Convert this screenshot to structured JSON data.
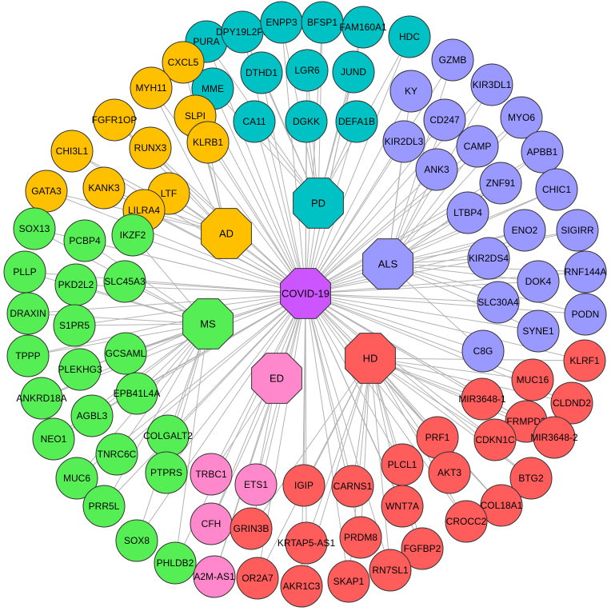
{
  "colors": {
    "PD": "#00c1c4",
    "ALS": "#9999ff",
    "AD": "#ffc000",
    "MS": "#55ef55",
    "ED": "#ff88cc",
    "HD": "#ff5c5c",
    "COVID-19": "#cc55ff",
    "edge": "#b4b4b4"
  },
  "hubs": [
    {
      "id": "COVID-19",
      "label": "COVID-19"
    },
    {
      "id": "PD",
      "label": "PD"
    },
    {
      "id": "AD",
      "label": "AD"
    },
    {
      "id": "ALS",
      "label": "ALS"
    },
    {
      "id": "MS",
      "label": "MS"
    },
    {
      "id": "ED",
      "label": "ED"
    },
    {
      "id": "HD",
      "label": "HD"
    }
  ],
  "nodes": [
    {
      "label": "PURA",
      "group": "PD"
    },
    {
      "label": "DPY19L2P2",
      "group": "PD"
    },
    {
      "label": "ENPP3",
      "group": "PD"
    },
    {
      "label": "BFSP1",
      "group": "PD"
    },
    {
      "label": "FAM160A1",
      "group": "PD"
    },
    {
      "label": "HDC",
      "group": "PD"
    },
    {
      "label": "MME",
      "group": "PD"
    },
    {
      "label": "DTHD1",
      "group": "PD"
    },
    {
      "label": "LGR6",
      "group": "PD"
    },
    {
      "label": "JUND",
      "group": "PD"
    },
    {
      "label": "CA11",
      "group": "PD"
    },
    {
      "label": "DGKK",
      "group": "PD"
    },
    {
      "label": "DEFA1B",
      "group": "PD"
    },
    {
      "label": "GZMB",
      "group": "ALS"
    },
    {
      "label": "KY",
      "group": "ALS"
    },
    {
      "label": "KIR3DL1",
      "group": "ALS"
    },
    {
      "label": "CD247",
      "group": "ALS"
    },
    {
      "label": "MYO6",
      "group": "ALS"
    },
    {
      "label": "KIR2DL3",
      "group": "ALS"
    },
    {
      "label": "CAMP",
      "group": "ALS"
    },
    {
      "label": "APBB1",
      "group": "ALS"
    },
    {
      "label": "ANK3",
      "group": "ALS"
    },
    {
      "label": "ZNF91",
      "group": "ALS"
    },
    {
      "label": "CHIC1",
      "group": "ALS"
    },
    {
      "label": "LTBP4",
      "group": "ALS"
    },
    {
      "label": "ENO2",
      "group": "ALS"
    },
    {
      "label": "SIGIRR",
      "group": "ALS"
    },
    {
      "label": "KIR2DS4",
      "group": "ALS"
    },
    {
      "label": "RNF144A",
      "group": "ALS"
    },
    {
      "label": "DOK4",
      "group": "ALS"
    },
    {
      "label": "SLC30A4",
      "group": "ALS"
    },
    {
      "label": "PODN",
      "group": "ALS"
    },
    {
      "label": "SYNE1",
      "group": "ALS"
    },
    {
      "label": "C8G",
      "group": "ALS"
    },
    {
      "label": "CXCL5",
      "group": "AD"
    },
    {
      "label": "MYH11",
      "group": "AD"
    },
    {
      "label": "SLPI",
      "group": "AD"
    },
    {
      "label": "FGFR1OP",
      "group": "AD"
    },
    {
      "label": "KLRB1",
      "group": "AD"
    },
    {
      "label": "CHI3L1",
      "group": "AD"
    },
    {
      "label": "RUNX3",
      "group": "AD"
    },
    {
      "label": "LTF",
      "group": "AD"
    },
    {
      "label": "GATA3",
      "group": "AD"
    },
    {
      "label": "KANK3",
      "group": "AD"
    },
    {
      "label": "LILRA4",
      "group": "AD"
    },
    {
      "label": "SOX13",
      "group": "MS"
    },
    {
      "label": "PCBP4",
      "group": "MS"
    },
    {
      "label": "IKZF2",
      "group": "MS"
    },
    {
      "label": "PLLP",
      "group": "MS"
    },
    {
      "label": "PKD2L2",
      "group": "MS"
    },
    {
      "label": "SLC45A3",
      "group": "MS"
    },
    {
      "label": "DRAXIN",
      "group": "MS"
    },
    {
      "label": "S1PR5",
      "group": "MS"
    },
    {
      "label": "TPPP",
      "group": "MS"
    },
    {
      "label": "GCSAML",
      "group": "MS"
    },
    {
      "label": "PLEKHG3",
      "group": "MS"
    },
    {
      "label": "ANKRD18A",
      "group": "MS"
    },
    {
      "label": "EPB41L4A",
      "group": "MS"
    },
    {
      "label": "AGBL3",
      "group": "MS"
    },
    {
      "label": "NEO1",
      "group": "MS"
    },
    {
      "label": "COLGALT2",
      "group": "MS"
    },
    {
      "label": "TNRC6C",
      "group": "MS"
    },
    {
      "label": "MUC6",
      "group": "MS"
    },
    {
      "label": "PTPRS",
      "group": "MS"
    },
    {
      "label": "PRR5L",
      "group": "MS"
    },
    {
      "label": "SOX8",
      "group": "MS"
    },
    {
      "label": "PHLDB2",
      "group": "MS"
    },
    {
      "label": "TRBC1",
      "group": "ED"
    },
    {
      "label": "ETS1",
      "group": "ED"
    },
    {
      "label": "CFH",
      "group": "ED"
    },
    {
      "label": "A2M-AS1",
      "group": "ED"
    },
    {
      "label": "KLRF1",
      "group": "HD"
    },
    {
      "label": "MUC16",
      "group": "HD"
    },
    {
      "label": "CLDND2",
      "group": "HD"
    },
    {
      "label": "MIR3648-1",
      "group": "HD"
    },
    {
      "label": "FRMPD3",
      "group": "HD"
    },
    {
      "label": "MIR3648-2",
      "group": "HD"
    },
    {
      "label": "PRF1",
      "group": "HD"
    },
    {
      "label": "CDKN1C",
      "group": "HD"
    },
    {
      "label": "BTG2",
      "group": "HD"
    },
    {
      "label": "PLCL1",
      "group": "HD"
    },
    {
      "label": "AKT3",
      "group": "HD"
    },
    {
      "label": "COL18A1",
      "group": "HD"
    },
    {
      "label": "IGIP",
      "group": "HD"
    },
    {
      "label": "CARNS1",
      "group": "HD"
    },
    {
      "label": "WNT7A",
      "group": "HD"
    },
    {
      "label": "CROCC2",
      "group": "HD"
    },
    {
      "label": "GRIN3B",
      "group": "HD"
    },
    {
      "label": "KRTAP5-AS1",
      "group": "HD"
    },
    {
      "label": "PRDM8",
      "group": "HD"
    },
    {
      "label": "FGFBP2",
      "group": "HD"
    },
    {
      "label": "OR2A7",
      "group": "HD"
    },
    {
      "label": "AKR1C3",
      "group": "HD"
    },
    {
      "label": "SKAP1",
      "group": "HD"
    },
    {
      "label": "RN7SL1",
      "group": "HD"
    }
  ]
}
